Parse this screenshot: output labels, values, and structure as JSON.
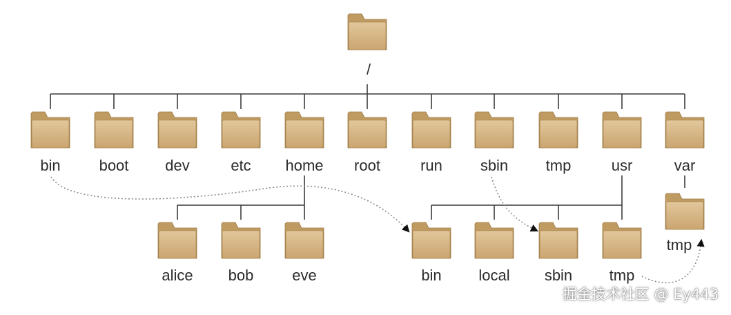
{
  "root": {
    "label": "/"
  },
  "top_level": [
    {
      "key": "bin",
      "label": "bin"
    },
    {
      "key": "boot",
      "label": "boot"
    },
    {
      "key": "dev",
      "label": "dev"
    },
    {
      "key": "etc",
      "label": "etc"
    },
    {
      "key": "home",
      "label": "home"
    },
    {
      "key": "root",
      "label": "root"
    },
    {
      "key": "run",
      "label": "run"
    },
    {
      "key": "sbin",
      "label": "sbin"
    },
    {
      "key": "tmp",
      "label": "tmp"
    },
    {
      "key": "usr",
      "label": "usr"
    },
    {
      "key": "var",
      "label": "var"
    }
  ],
  "home_children": [
    {
      "key": "alice",
      "label": "alice"
    },
    {
      "key": "bob",
      "label": "bob"
    },
    {
      "key": "eve",
      "label": "eve"
    }
  ],
  "usr_children": [
    {
      "key": "bin",
      "label": "bin"
    },
    {
      "key": "local",
      "label": "local"
    },
    {
      "key": "sbin",
      "label": "sbin"
    },
    {
      "key": "tmp",
      "label": "tmp"
    }
  ],
  "var_children": [
    {
      "key": "tmp",
      "label": "tmp"
    }
  ],
  "links": [
    {
      "from": "bin",
      "to": "usr/bin"
    },
    {
      "from": "sbin",
      "to": "usr/sbin"
    },
    {
      "from": "usr/tmp",
      "to": "var/tmp"
    }
  ],
  "watermark": "掘金技术社区 @ Ey443",
  "colors": {
    "folder_body": "#d8b98a",
    "folder_back": "#bf9b62",
    "folder_edge": "#9c7a45",
    "connector": "#3a3a3a",
    "link": "#8a8a8a"
  }
}
